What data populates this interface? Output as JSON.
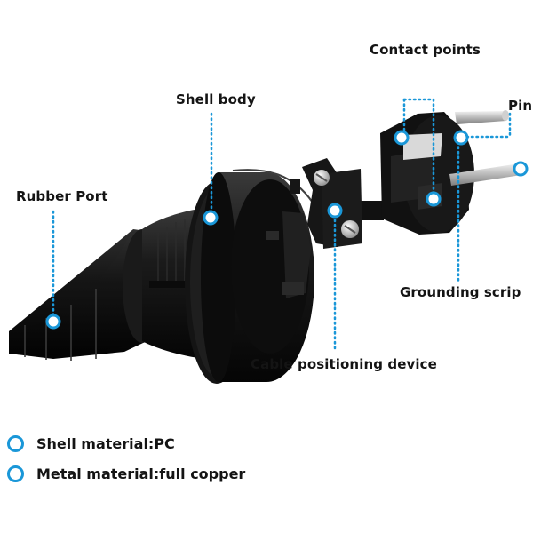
{
  "labels": {
    "contact_points": "Contact points",
    "pin": "Pin",
    "shell_body": "Shell body",
    "rubber_port": "Rubber Port",
    "grounding_scrip": "Grounding scrip",
    "cable_positioning_device": "Cable positioning device"
  },
  "legend": [
    {
      "text": "Shell material:PC"
    },
    {
      "text": "Metal material:full copper"
    }
  ],
  "colors": {
    "accent": "#1a97d8",
    "plastic": "#121212",
    "metal": "#cfcfcf"
  }
}
